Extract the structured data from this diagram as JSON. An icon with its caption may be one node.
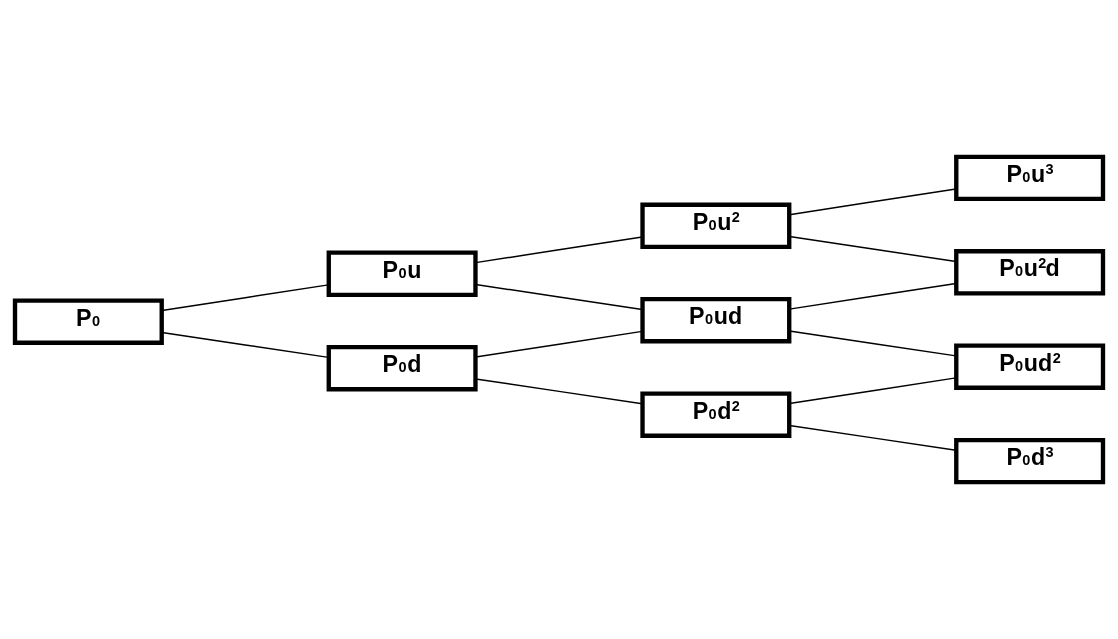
{
  "diagram": {
    "nodes": [
      {
        "text": [
          "P$_{0}$"
        ]
      },
      {
        "text": [
          "P$_{0}$u"
        ]
      },
      {
        "text": [
          "P$_{0}$d"
        ]
      },
      {
        "text": [
          "P$_{0}$u$^{2}$"
        ]
      },
      {
        "text": [
          "P$_{0}$ud"
        ]
      },
      {
        "text": [
          "P$_{0}$d$^{2}$"
        ]
      },
      {
        "text": [
          "P$_{0}$u$^{3}$"
        ]
      },
      {
        "text": [
          "P$_{0}$u$^{2}$d"
        ]
      },
      {
        "text": [
          "P$_{0}$ud$^{2}$"
        ]
      },
      {
        "text": [
          "P$_{0}$d$^{3}$"
        ]
      }
    ],
    "edges": [
      {
        "from": 0,
        "to": 1,
        "arrow": "none"
      },
      {
        "from": 0,
        "to": 2,
        "arrow": "none"
      },
      {
        "from": 1,
        "to": 3,
        "arrow": "none"
      },
      {
        "from": 1,
        "to": 4,
        "arrow": "none"
      },
      {
        "from": 2,
        "to": 4,
        "arrow": "none"
      },
      {
        "from": 2,
        "to": 5,
        "arrow": "none"
      },
      {
        "from": 3,
        "to": 6,
        "arrow": "none"
      },
      {
        "from": 3,
        "to": 7,
        "arrow": "none"
      },
      {
        "from": 4,
        "to": 7,
        "arrow": "none"
      },
      {
        "from": 4,
        "to": 8,
        "arrow": "none"
      },
      {
        "from": 5,
        "to": 8,
        "arrow": "none"
      },
      {
        "from": 5,
        "to": 9,
        "arrow": "none"
      }
    ]
  }
}
